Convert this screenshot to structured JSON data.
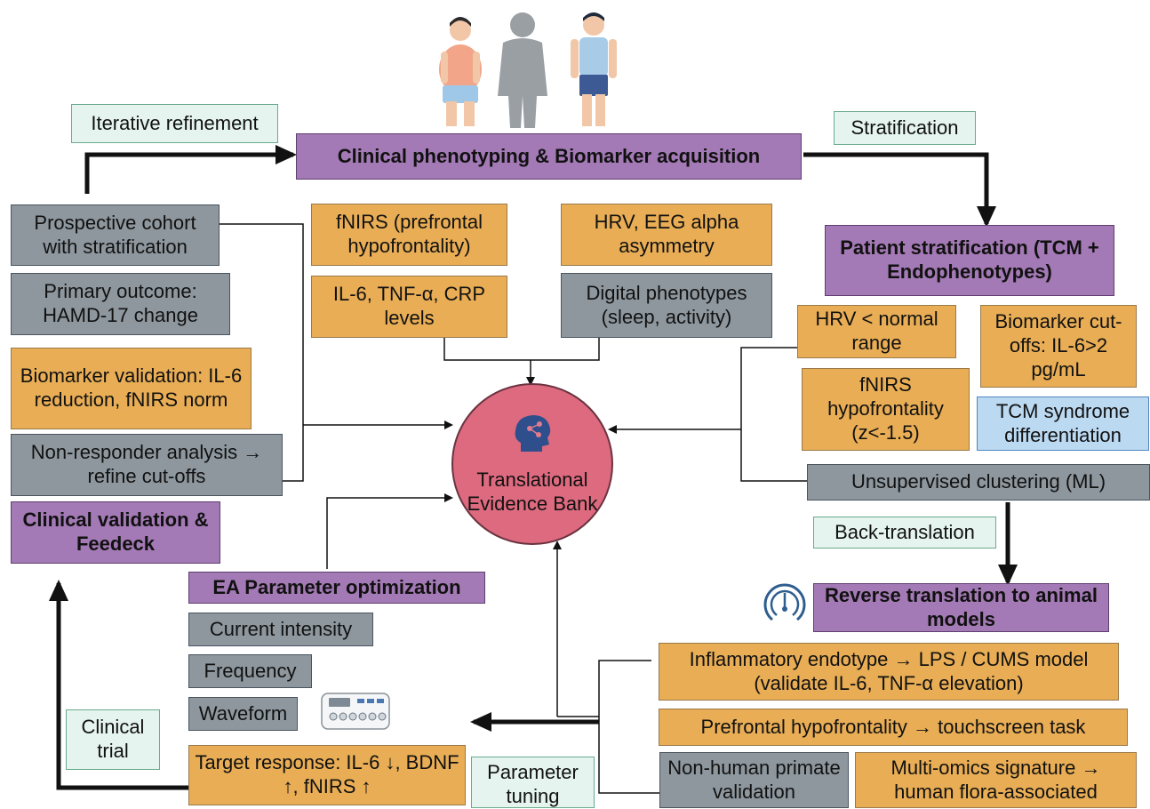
{
  "top": {
    "title": "Clinical phenotyping & Biomarker acquisition",
    "iterative_label": "Iterative refinement",
    "stratification_label": "Stratification"
  },
  "center": {
    "line1": "Translational",
    "line2": "Evidence Bank"
  },
  "biomarkers": {
    "fnirs": "fNIRS (prefrontal hypofrontality)",
    "hrv_eeg": "HRV, EEG alpha asymmetry",
    "il6": "IL-6, TNF-α, CRP levels",
    "digital": "Digital phenotypes (sleep, activity)"
  },
  "left": {
    "cohort": "Prospective cohort with stratification",
    "primary": "Primary outcome: HAMD-17 change",
    "validation": "Biomarker validation: IL-6 reduction, fNIRS norm",
    "nonresponder": "Non-responder analysis → refine cut-offs",
    "title": "Clinical validation & Feedeck"
  },
  "right": {
    "title": "Patient stratification (TCM + Endophenotypes)",
    "hrv": "HRV < normal range",
    "cutoffs": "Biomarker cut-offs: IL-6>2 pg/mL",
    "fnirs": "fNIRS hypofrontality (z<-1.5)",
    "tcm": "TCM syndrome differentiation",
    "clustering": "Unsupervised clustering (ML)",
    "back_translation": "Back-translation"
  },
  "animal": {
    "title": "Reverse translation to animal models",
    "inflammatory": "Inflammatory endotype → LPS / CUMS model  (validate IL-6, TNF-α elevation)",
    "prefrontal": "Prefrontal hypofrontality → touchscreen task",
    "primate": "Non-human primate validation",
    "omics": "Multi-omics signature  → human flora-associated"
  },
  "ea": {
    "title": "EA Parameter optimization",
    "current": "Current intensity",
    "frequency": "Frequency",
    "waveform": "Waveform",
    "target": "Target response: IL-6 ↓, BDNF ↑, fNIRS ↑",
    "tuning": "Parameter tuning",
    "trial": "Clinical trial"
  },
  "colors": {
    "orange": "#e8ad55",
    "gray": "#8e979e",
    "purple": "#a47ab6",
    "mint": "#e5f4ee",
    "blue": "#bcd9f2",
    "center": "#dd6a7f"
  },
  "icons": [
    "brain-network-icon",
    "patient-figures-icon",
    "gauge-icon",
    "ea-device-icon"
  ]
}
